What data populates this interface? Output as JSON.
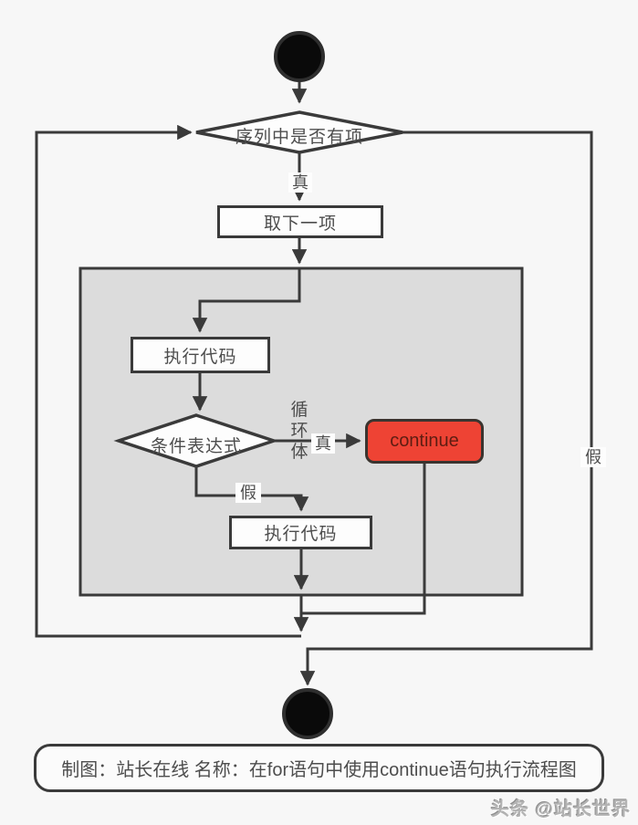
{
  "colors": {
    "background": "#f7f7f7",
    "line": "#3a3a3a",
    "loop_box_fill": "#dcdcdc",
    "node_fill": "#fdfdfd",
    "continue_fill": "#ee4334",
    "continue_text": "#5e1d12",
    "text": "#4d4d4d"
  },
  "flowchart": {
    "decision_sequence": "序列中是否有项",
    "process_next_item": "取下一项",
    "process_exec_top": "执行代码",
    "decision_condition": "条件表达式",
    "continue_label": "continue",
    "process_exec_bottom": "执行代码",
    "loop_body_label": "循环体",
    "labels": {
      "true_top": "真",
      "true_inner": "真",
      "false_inner": "假",
      "false_outer": "假"
    }
  },
  "caption": "制图：站长在线 名称：在for语句中使用continue语句执行流程图",
  "watermark": "头条 @站长世界"
}
